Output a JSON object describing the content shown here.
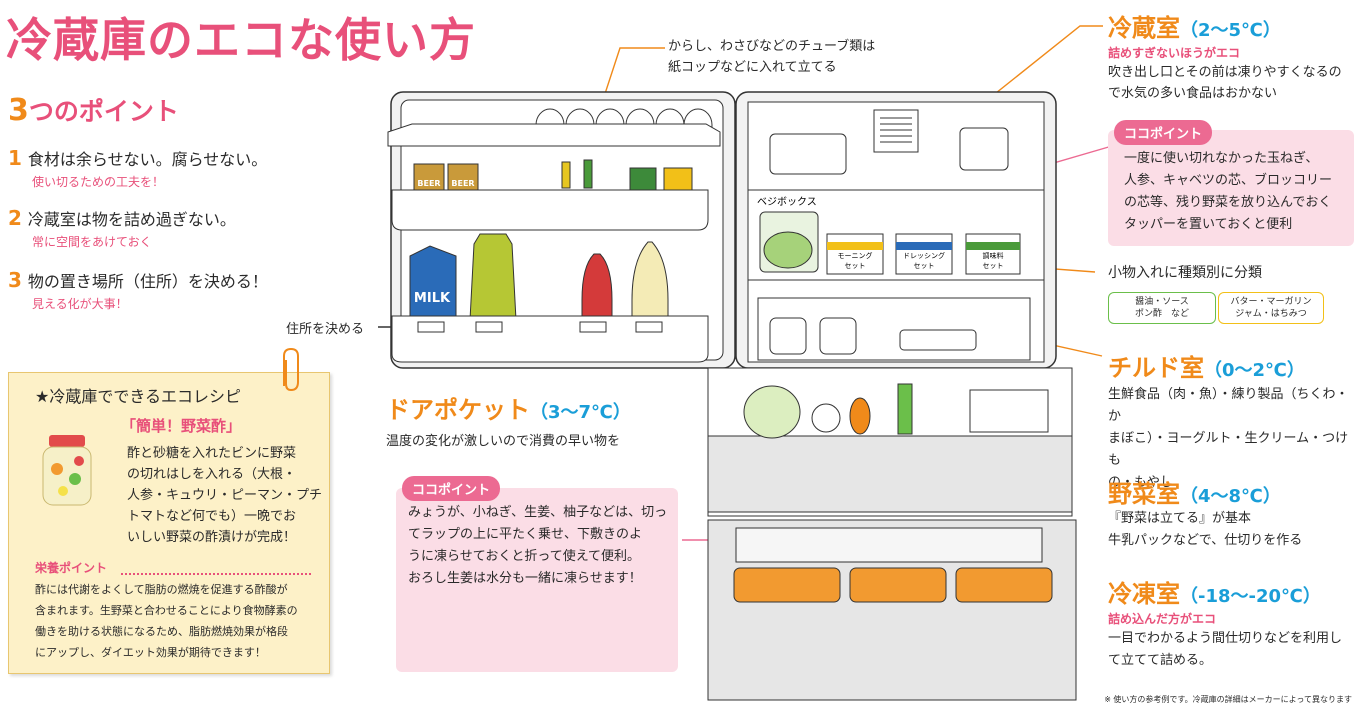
{
  "title": "冷蔵庫のエコな使い方",
  "points": {
    "heading_num": "3",
    "heading_rest": "つのポイント",
    "items": [
      {
        "num": "1",
        "text": "食材は余らせない。腐らせない。",
        "sub": "使い切るための工夫を！"
      },
      {
        "num": "2",
        "text": "冷蔵室は物を詰め過ぎない。",
        "sub": "常に空間をあけておく"
      },
      {
        "num": "3",
        "text": "物の置き場所（住所）を決める！",
        "sub": "見える化が大事！"
      }
    ]
  },
  "recipe": {
    "heading": "★冷蔵庫でできるエコレシピ",
    "name": "「簡単！野菜酢」",
    "body": [
      "酢と砂糖を入れたビンに野菜",
      "の切れはしを入れる（大根・",
      "人参・キュウリ・ピーマン・プチ",
      "トマトなど何でも）一晩でお",
      "いしい野菜の酢漬けが完成！"
    ],
    "nutrition_label": "栄養ポイント",
    "nutrition": [
      "酢には代謝をよくして脂肪の燃焼を促進する酢酸が",
      "含まれます。生野菜と合わせることにより食物酵素の",
      "働きを助ける状態になるため、脂肪燃焼効果が格段",
      "にアップし、ダイエット効果が期待できます！"
    ]
  },
  "callouts": {
    "tube": [
      "からし、わさびなどのチューブ類は",
      "紙コップなどに入れて立てる"
    ],
    "address": "住所を決める",
    "small_items": "小物入れに種類別に分類"
  },
  "door_pocket": {
    "name": "ドアポケット",
    "temp": "（3～7℃）",
    "desc": "温度の変化が激しいので消費の早い物を"
  },
  "koko_ginger": {
    "tag": "ココポイント",
    "lines": [
      "みょうが、小ねぎ、生姜、柚子などは、切っ",
      "てラップの上に平たく乗せ、下敷きのよ",
      "うに凍らせておくと折って使えて便利。",
      "おろし生姜は水分も一緒に凍らせます！"
    ]
  },
  "fridge_labels": {
    "beer1": "BEER",
    "beer2": "BEER",
    "milk": "MILK",
    "vege_box": "ベジボックス",
    "morning": [
      "モーニング",
      "セット"
    ],
    "dressing": [
      "ドレッシング",
      "セット"
    ],
    "seasoning": [
      "調味料",
      "セット"
    ]
  },
  "reizo": {
    "name": "冷蔵室",
    "temp": "（2～5℃）",
    "sub": "詰めすぎないほうがエコ",
    "desc": [
      "吹き出し口とその前は凍りやすくなるの",
      "で水気の多い食品はおかない"
    ]
  },
  "koko_reizo": {
    "tag": "ココポイント",
    "lines": [
      "一度に使い切れなかった玉ねぎ、",
      "人参、キャベツの芯、ブロッコリー",
      "の芯等、残り野菜を放り込んでおく",
      "タッパーを置いておくと便利"
    ]
  },
  "chips": [
    [
      "醤油・ソース",
      "ポン酢　など"
    ],
    [
      "バター・マーガリン",
      "ジャム・はちみつ"
    ]
  ],
  "chilled": {
    "name": "チルド室",
    "temp": "（0～2℃）",
    "desc": [
      "生鮮食品（肉・魚）・練り製品（ちくわ・か",
      "まぼこ）・ヨーグルト・生クリーム・つけも",
      "の・もやし"
    ]
  },
  "vegetable": {
    "name": "野菜室",
    "temp": "（4～8℃）",
    "desc": [
      "『野菜は立てる』が基本",
      "牛乳パックなどで、仕切りを作る"
    ]
  },
  "freezer": {
    "name": "冷凍室",
    "temp": "（-18～-20℃）",
    "sub": "詰め込んだ方がエコ",
    "desc": [
      "一目でわかるよう間仕切りなどを利用し",
      "て立てて詰める。"
    ]
  },
  "footnote": "※ 使い方の参考例です。冷蔵庫の詳細はメーカーによって異なります",
  "colors": {
    "pink": "#e8507a",
    "orange": "#f08a1a",
    "blue": "#1a9ed8",
    "koko": "#ec6a92"
  }
}
